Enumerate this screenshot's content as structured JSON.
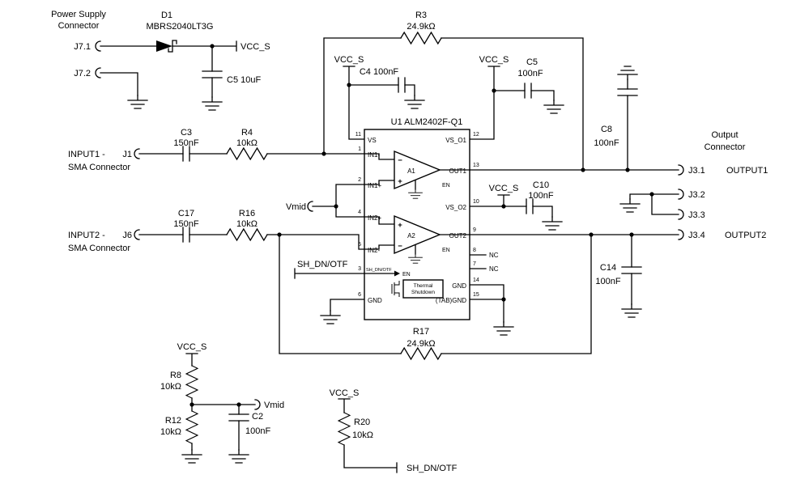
{
  "colors": {
    "ink": "#000000",
    "background": "#ffffff"
  },
  "power_supply": {
    "header": [
      "Power Supply",
      "Connector"
    ],
    "j71": "J7.1",
    "j72": "J7.2",
    "diode_ref": "D1",
    "diode_part": "MBRS2040LT3G",
    "rail": "VCC_S",
    "bulk_cap": "C5 10uF"
  },
  "feedback_top": {
    "ref": "R3",
    "value": "24.9kΩ"
  },
  "feedback_bottom": {
    "ref": "R17",
    "value": "24.9kΩ"
  },
  "decoupling": {
    "vs_left": {
      "rail": "VCC_S",
      "cap": "C4 100nF"
    },
    "vs_right": {
      "rail": "VCC_S",
      "cap_ref": "C5",
      "cap_value": "100nF"
    },
    "out1": {
      "cap_ref": "C8",
      "cap_value": "100nF"
    },
    "vs_o2": {
      "rail": "VCC_S",
      "cap_ref": "C10",
      "cap_value": "100nF"
    },
    "out2": {
      "cap_ref": "C14",
      "cap_value": "100nF"
    }
  },
  "input1": {
    "label": "INPUT1 -",
    "sublabel": "SMA Connector",
    "terminal": "J1",
    "cap_ref": "C3",
    "cap_value": "150nF",
    "res_ref": "R4",
    "res_value": "10kΩ"
  },
  "input2": {
    "label": "INPUT2 -",
    "sublabel": "SMA Connector",
    "terminal": "J6",
    "cap_ref": "C17",
    "cap_value": "150nF",
    "res_ref": "R16",
    "res_value": "10kΩ"
  },
  "signals": {
    "vmid": "Vmid",
    "shutdown": "SH_DN/OTF"
  },
  "ic": {
    "title": "U1 ALM2402F-Q1",
    "left_pins": [
      {
        "num": "11",
        "name": "VS"
      },
      {
        "num": "1",
        "name": "IN1-"
      },
      {
        "num": "2",
        "name": "IN1+"
      },
      {
        "num": "4",
        "name": "IN2+"
      },
      {
        "num": "5",
        "name": "IN2-"
      },
      {
        "num": "3",
        "name": "SH_DN/OTF"
      },
      {
        "num": "6",
        "name": "GND"
      }
    ],
    "right_pins": [
      {
        "num": "12",
        "name": "VS_O1"
      },
      {
        "num": "13",
        "name": "OUT1"
      },
      {
        "num": "10",
        "name": "VS_O2"
      },
      {
        "num": "9",
        "name": "OUT2"
      },
      {
        "num": "8",
        "name": "NC"
      },
      {
        "num": "7",
        "name": "NC"
      },
      {
        "num": "14",
        "name": "GND"
      },
      {
        "num": "15",
        "name": "(TAB)GND"
      }
    ],
    "amp1": {
      "label": "A1",
      "en": "EN",
      "minus": "−",
      "plus": "+"
    },
    "amp2": {
      "label": "A2",
      "en": "EN",
      "minus": "−",
      "plus": "+"
    },
    "enable": "EN",
    "thermal": [
      "Thermal",
      "Shutdown"
    ]
  },
  "output": {
    "header": [
      "Output",
      "Connector"
    ],
    "j31": "J3.1",
    "out1_label": "OUTPUT1",
    "j32": "J3.2",
    "j33": "J3.3",
    "j34": "J3.4",
    "out2_label": "OUTPUT2"
  },
  "divider": {
    "rail": "VCC_S",
    "r_top_ref": "R8",
    "r_top_value": "10kΩ",
    "r_bot_ref": "R12",
    "r_bot_value": "10kΩ",
    "vmid": "Vmid",
    "cap_ref": "C2",
    "cap_value": "100nF"
  },
  "pulldown": {
    "rail": "VCC_S",
    "res_ref": "R20",
    "res_value": "10kΩ",
    "signal": "SH_DN/OTF"
  }
}
